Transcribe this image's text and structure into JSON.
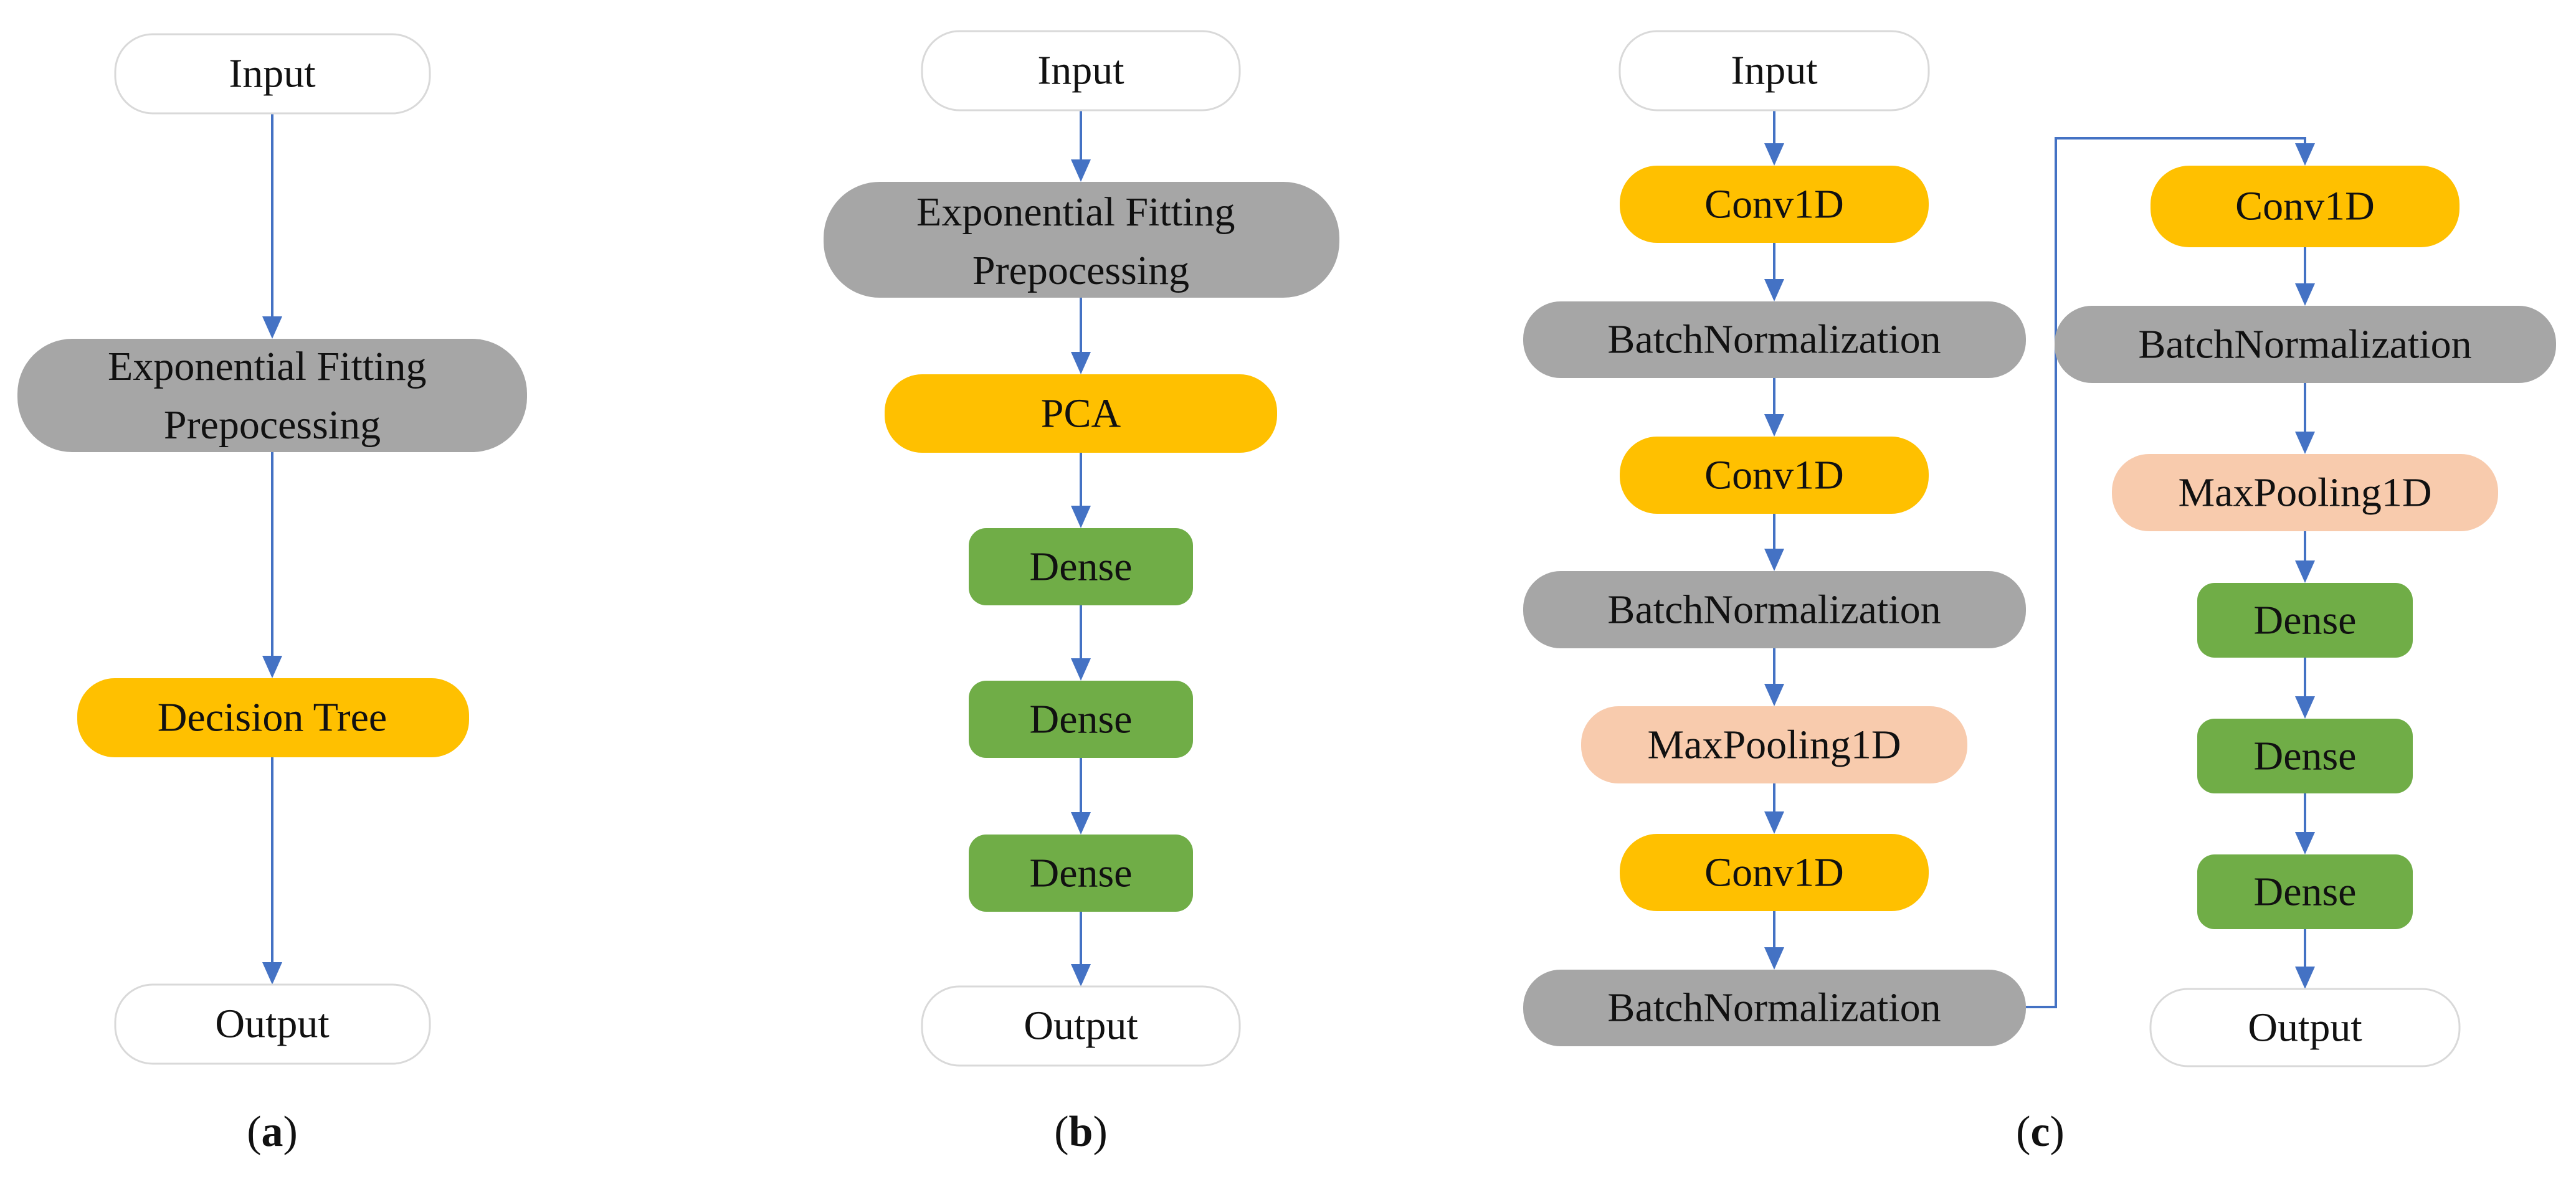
{
  "colors": {
    "arrow": "#4472C4",
    "white_fill": "#FFFFFF",
    "white_stroke": "#D9D9D9",
    "gray": "#A6A6A6",
    "yellow": "#FFC000",
    "green": "#70AD47",
    "peach": "#F8CBAD",
    "text": "#111111"
  },
  "panels": {
    "a": {
      "caption_letter": "a",
      "nodes": [
        {
          "text": "Input",
          "style": "white"
        },
        {
          "text": "Exponential Fitting Prepocessing",
          "line1": "Exponential Fitting",
          "line2": "Prepocessing",
          "style": "gray"
        },
        {
          "text": "Decision Tree",
          "style": "yellow"
        },
        {
          "text": "Output",
          "style": "white"
        }
      ]
    },
    "b": {
      "caption_letter": "b",
      "nodes": [
        {
          "text": "Input",
          "style": "white"
        },
        {
          "text": "Exponential Fitting Prepocessing",
          "line1": "Exponential Fitting",
          "line2": "Prepocessing",
          "style": "gray"
        },
        {
          "text": "PCA",
          "style": "yellow"
        },
        {
          "text": "Dense",
          "style": "green"
        },
        {
          "text": "Dense",
          "style": "green"
        },
        {
          "text": "Dense",
          "style": "green"
        },
        {
          "text": "Output",
          "style": "white"
        }
      ]
    },
    "c": {
      "caption_letter": "c",
      "column1": [
        {
          "text": "Input",
          "style": "white"
        },
        {
          "text": "Conv1D",
          "style": "yellow"
        },
        {
          "text": "BatchNormalization",
          "style": "gray"
        },
        {
          "text": "Conv1D",
          "style": "yellow"
        },
        {
          "text": "BatchNormalization",
          "style": "gray"
        },
        {
          "text": "MaxPooling1D",
          "style": "peach"
        },
        {
          "text": "Conv1D",
          "style": "yellow"
        },
        {
          "text": "BatchNormalization",
          "style": "gray"
        }
      ],
      "column2": [
        {
          "text": "Conv1D",
          "style": "yellow"
        },
        {
          "text": "BatchNormalization",
          "style": "gray"
        },
        {
          "text": "MaxPooling1D",
          "style": "peach"
        },
        {
          "text": "Dense",
          "style": "green"
        },
        {
          "text": "Dense",
          "style": "green"
        },
        {
          "text": "Dense",
          "style": "green"
        },
        {
          "text": "Output",
          "style": "white"
        }
      ]
    }
  }
}
